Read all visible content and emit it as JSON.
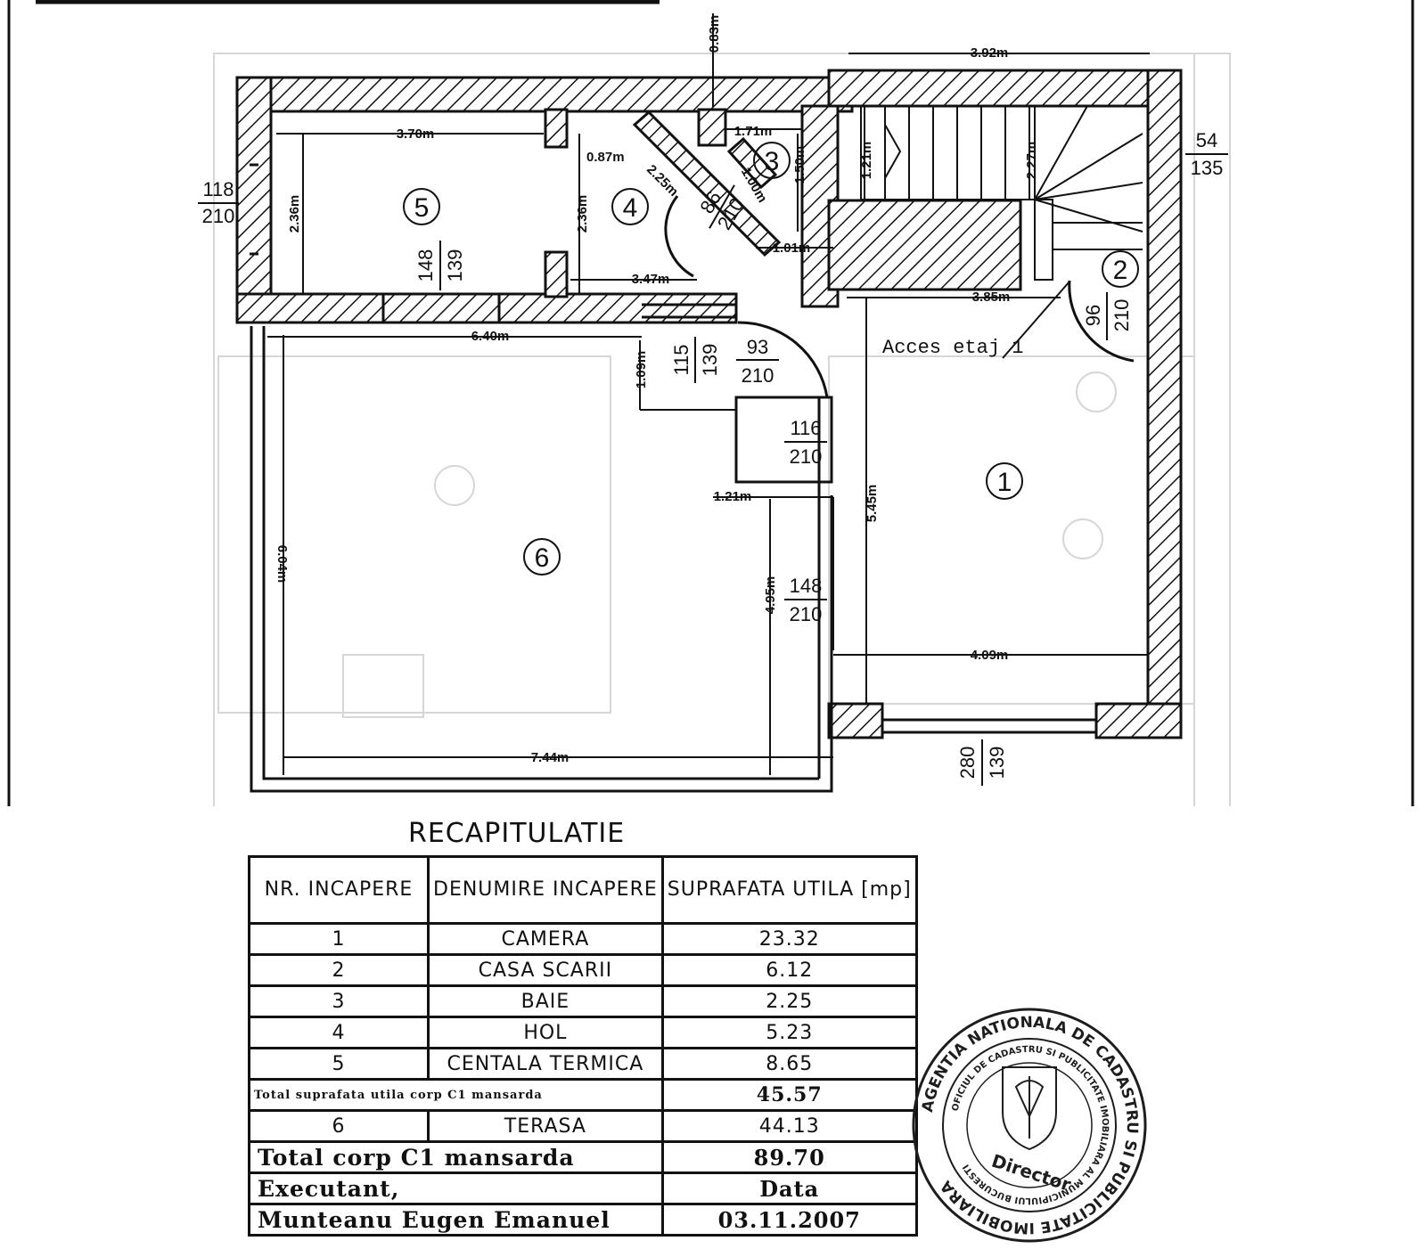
{
  "plan": {
    "dimensions": {
      "d_392": "3.92m",
      "d_083": "0.83m",
      "d_370": "3.70m",
      "d_087": "0.87m",
      "d_225": "2.25m",
      "d_171": "1.71m",
      "d_100": "1.00m",
      "d_150": "1.50m",
      "d_121a": "1.21m",
      "d_227": "2.27m",
      "d_236a": "2.36m",
      "d_236b": "2.36m",
      "d_101": "1.01m",
      "d_347": "3.47m",
      "d_385": "3.85m",
      "d_640": "6.40m",
      "d_109": "1.09m",
      "d_121b": "1.21m",
      "d_545": "5.45m",
      "d_604": "6.04m",
      "d_495": "4.95m",
      "d_409": "4.09m",
      "d_744": "7.44m"
    },
    "openings": {
      "o1": {
        "top": "118",
        "bottom": "210"
      },
      "o2": {
        "top": "148",
        "bottom": "139"
      },
      "o3": {
        "top": "86",
        "bottom": "210"
      },
      "o4": {
        "top": "54",
        "bottom": "135"
      },
      "o5": {
        "top": "96",
        "bottom": "210"
      },
      "o6": {
        "top": "115",
        "bottom": "139"
      },
      "o7": {
        "top": "93",
        "bottom": "210"
      },
      "o8": {
        "top": "116",
        "bottom": "210"
      },
      "o9": {
        "top": "148",
        "bottom": "210"
      },
      "o10": {
        "top": "280",
        "bottom": "139"
      }
    },
    "room_numbers": {
      "r1": "1",
      "r2": "2",
      "r3": "3",
      "r4": "4",
      "r5": "5",
      "r6": "6"
    },
    "access_label": "Acces etaj 1"
  },
  "recap": {
    "title": "RECAPITULATIE",
    "header": {
      "col1": "NR. INCAPERE",
      "col2": "DENUMIRE INCAPERE",
      "col3": "SUPRAFATA UTILA [mp]"
    },
    "rows": [
      {
        "nr": "1",
        "name": "CAMERA",
        "area": "23.32"
      },
      {
        "nr": "2",
        "name": "CASA SCARII",
        "area": "6.12"
      },
      {
        "nr": "3",
        "name": "BAIE",
        "area": "2.25"
      },
      {
        "nr": "4",
        "name": "HOL",
        "area": "5.23"
      },
      {
        "nr": "5",
        "name": "CENTALA TERMICA",
        "area": "8.65"
      }
    ],
    "total_util": {
      "label": "Total suprafata utila corp C1 mansarda",
      "value": "45.57"
    },
    "terrace": {
      "nr": "6",
      "name": "TERASA",
      "area": "44.13"
    },
    "total_corp": {
      "label": "Total corp C1 mansarda",
      "value": "89.70"
    },
    "executant": {
      "label": "Executant,",
      "date_label": "Data"
    },
    "signature": {
      "name": "Munteanu Eugen Emanuel",
      "date": "03.11.2007"
    }
  },
  "stamp": {
    "outer_text": "AGENTIA NATIONALA DE CADASTRU SI PUBLICITATE IMOBILIARA",
    "inner_text": "OFICIUL DE CADASTRU SI PUBLICITATE IMOBILIARA AL MUNICIPIULUI BUCURESTI",
    "center": "Director"
  }
}
